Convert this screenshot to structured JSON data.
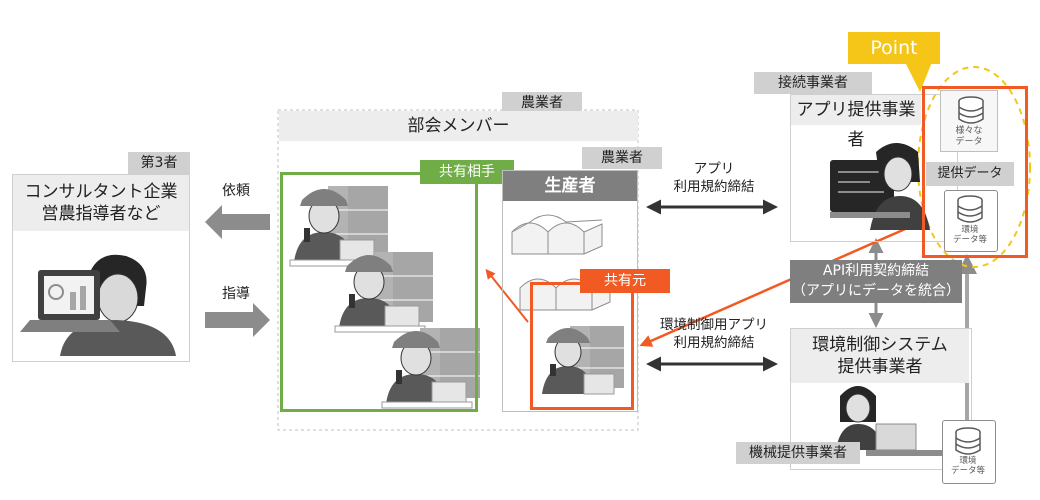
{
  "third_party": {
    "tag": "第3者",
    "title_line1": "コンサルタント企業",
    "title_line2": "営農指導者など"
  },
  "arrows": {
    "request": "依頼",
    "guidance": "指導",
    "app_terms_line1": "アプリ",
    "app_terms_line2": "利用規約締結",
    "env_terms_line1": "環境制御用アプリ",
    "env_terms_line2": "利用規約締結",
    "api_line1": "API利用契約締結",
    "api_line2": "（アプリにデータを統合）"
  },
  "group": {
    "farmer_tag": "農業者",
    "title": "部会メンバー",
    "share_partner": "共有相手",
    "farmer_tag2": "農業者",
    "producer": "生産者",
    "share_source": "共有元"
  },
  "right": {
    "connect_tag": "接続事業者",
    "app_provider": "アプリ提供事業者",
    "point": "Point",
    "db1_line1": "様々な",
    "db1_line2": "データ",
    "provided_data": "提供データ",
    "db2_line1": "環境",
    "db2_line2": "データ等",
    "env_system_line1": "環境制御システム",
    "env_system_line2": "提供事業者",
    "machine_tag": "機械提供事業者",
    "db3_line1": "環境",
    "db3_line2": "データ等"
  },
  "colors": {
    "green": "#70ad47",
    "orange": "#f15a22",
    "gold": "#f5c518",
    "gray_arrow": "#8c8c8c"
  }
}
